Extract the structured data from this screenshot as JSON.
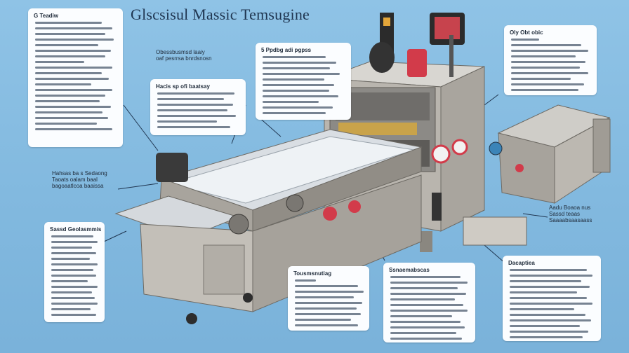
{
  "title": "Glscsisul Massic Temsugine",
  "cards": {
    "top_left": {
      "heading": "G Teadiw"
    },
    "upper_mid": {
      "heading": "Hacis sp ofi baatsay"
    },
    "top_center": {
      "heading": "5 Ppdbg adi pgpss"
    },
    "top_right": {
      "heading": "Oly Obt obic"
    },
    "lower_left": {
      "heading": "Sassd Geolasmmis"
    },
    "bottom_mid": {
      "heading": "Tousmsnutiag"
    },
    "bottom_center": {
      "heading": "Ssnaemabscas"
    },
    "bottom_right": {
      "heading": "Dacaptiea"
    }
  },
  "labels": {
    "callout_a": [
      "Obessbusmsd laaiy",
      "oaf pesrrsa bnrdsnosn"
    ],
    "callout_b": [
      "Hahsas ba s Sedaong",
      "Taoats oalam baal",
      "bagoaatlcoa baaissa"
    ],
    "callout_c": [
      "Aadu Boaoa nus",
      "Sassd teaas",
      "Saaaabsaasaass"
    ]
  },
  "colors": {
    "background": "#8fc3e6",
    "card": "#fbfdff",
    "machine_body": "#b9b5ae",
    "accent_red": "#d23b4a"
  },
  "icons": [
    "emergency-button-icon",
    "control-screen-icon"
  ]
}
